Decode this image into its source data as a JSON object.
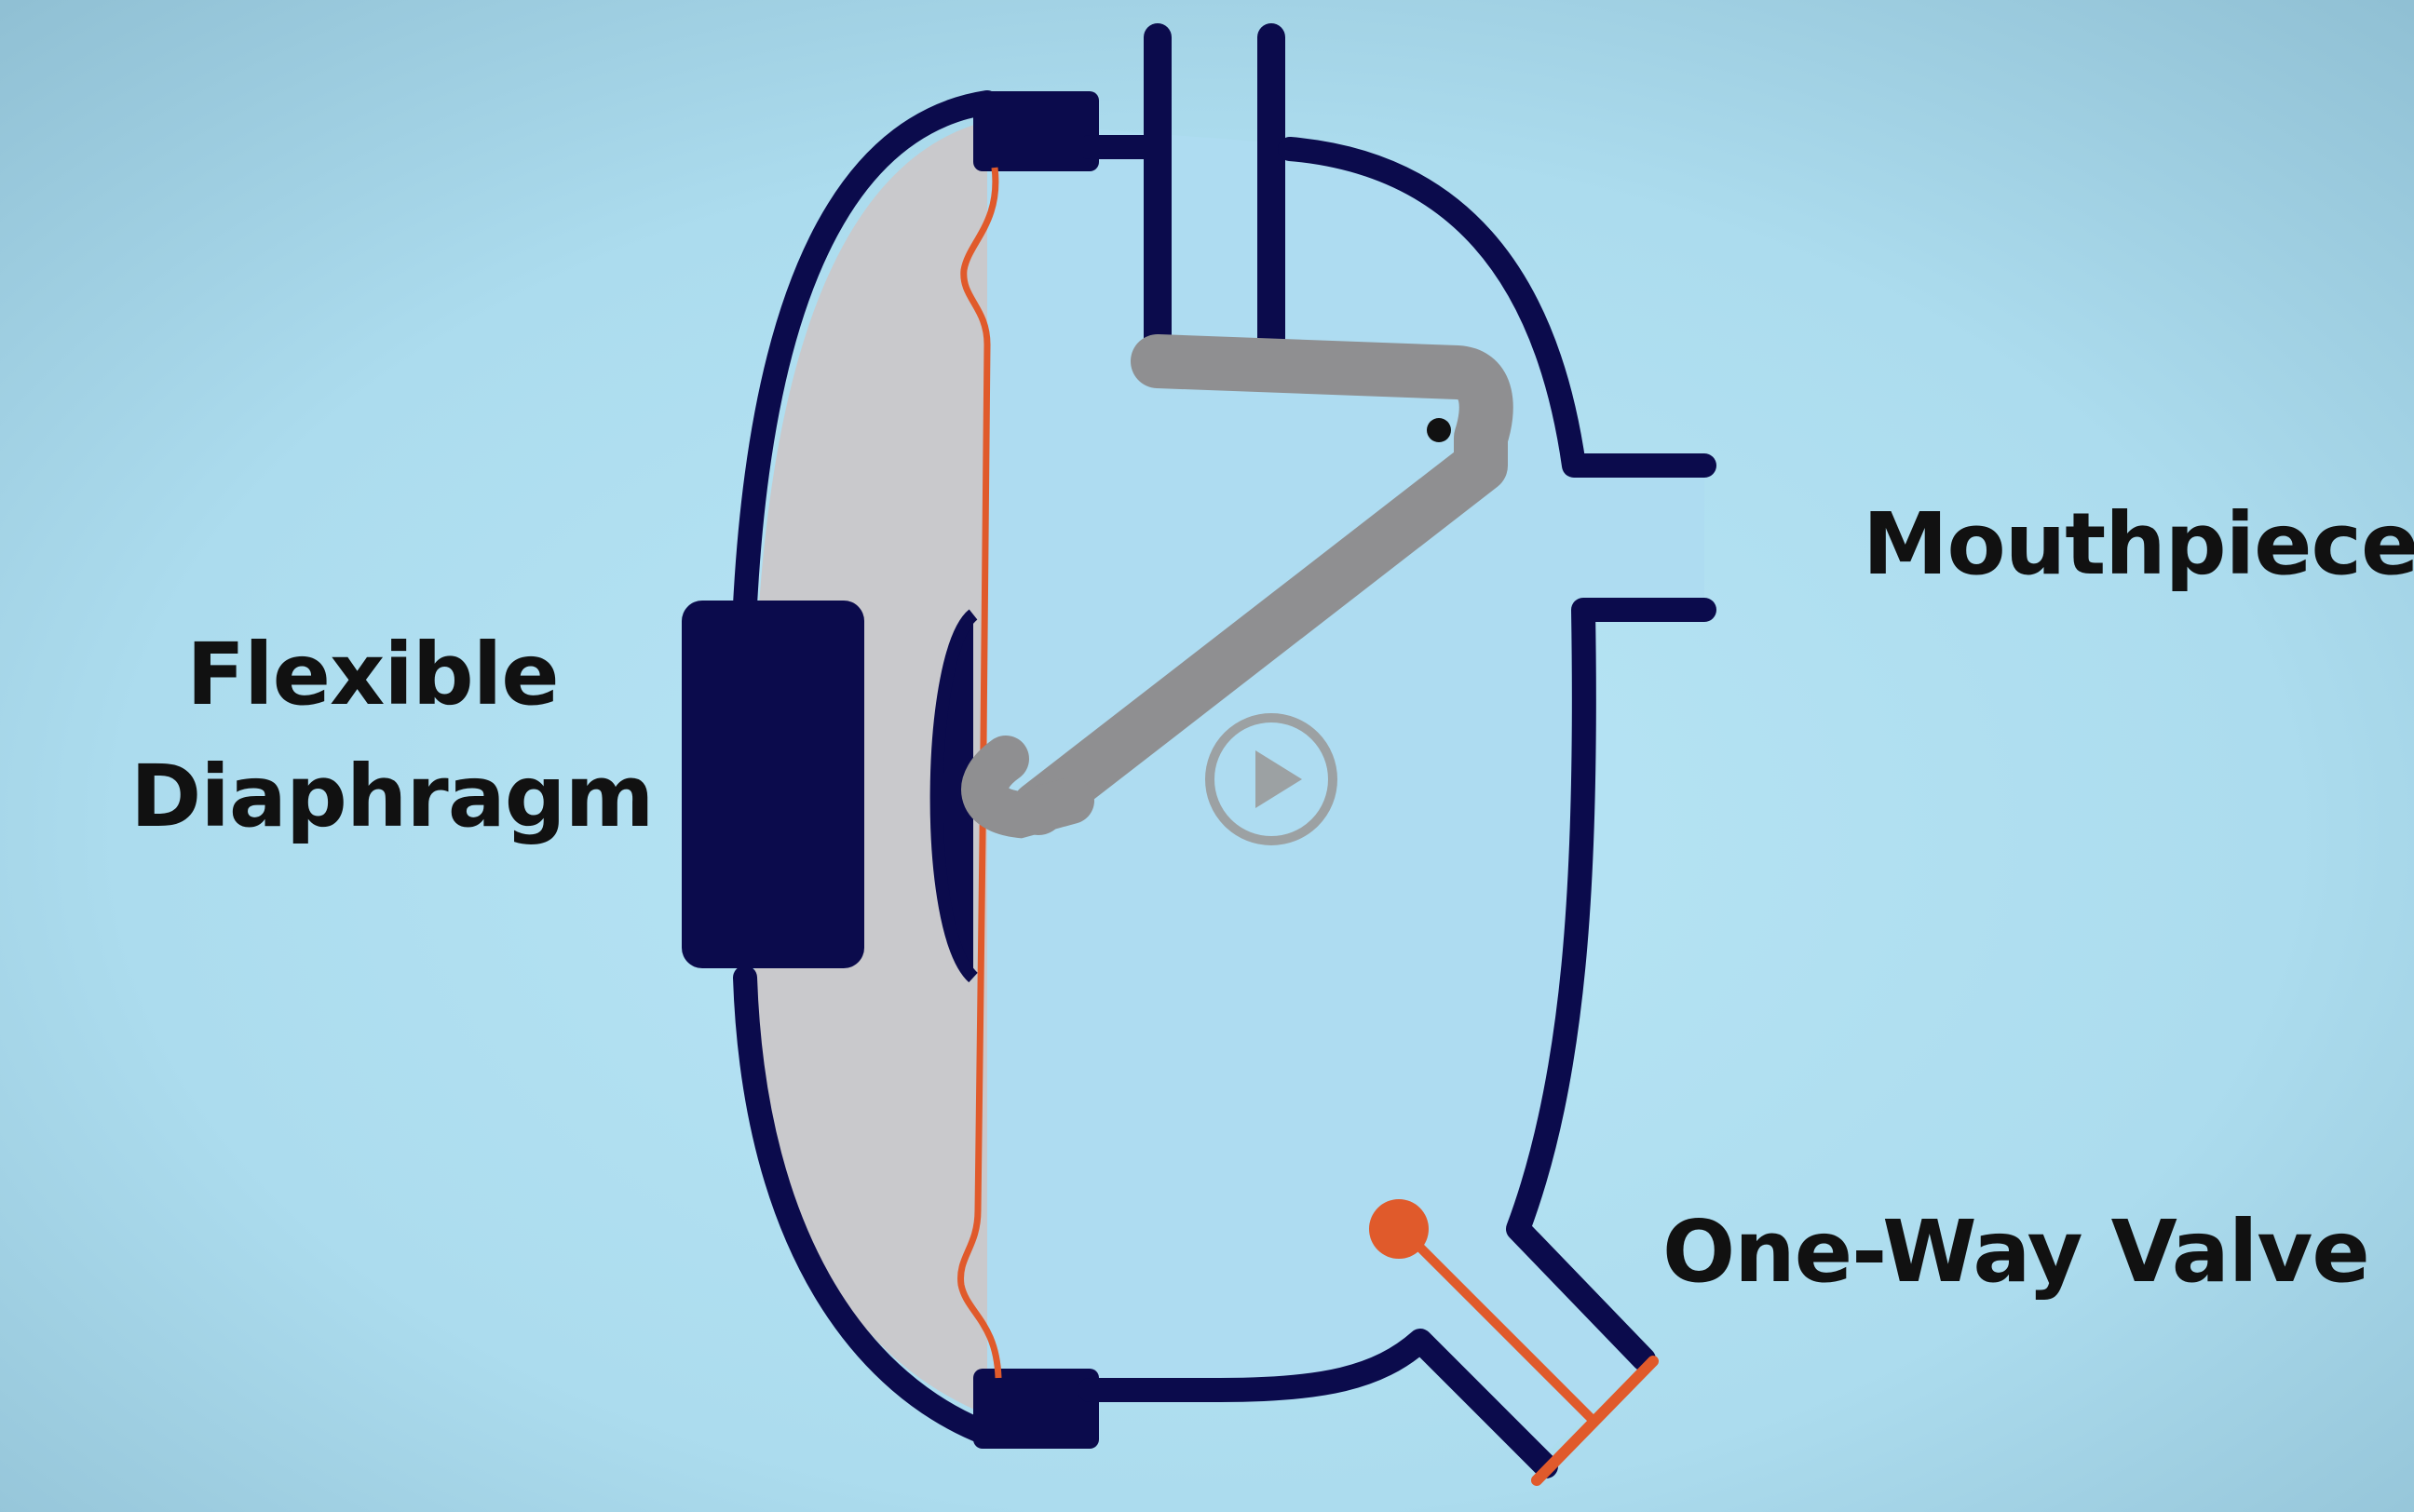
{
  "labels": {
    "diaphragm_line1": "Flexible",
    "diaphragm_line2": "Diaphragm",
    "mouthpiece": "Mouthpiece",
    "valve": "One-Way Valve"
  },
  "icons": {
    "play": "play-icon"
  },
  "colors": {
    "outline": "#0b0b4c",
    "diaphragm_membrane": "#e05a2b",
    "chamber_fill": "#aedcf1",
    "outer_cavity_fill": "#c9c9cc",
    "lever": "#8f8f91",
    "play_button": "#9a9a9a"
  }
}
